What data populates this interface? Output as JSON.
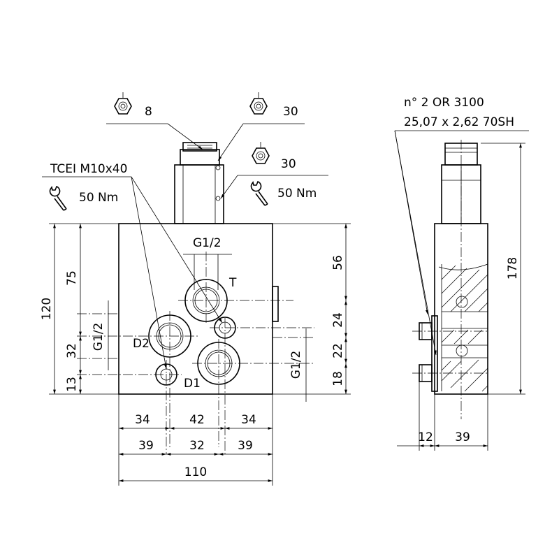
{
  "callouts": {
    "hex_8": "8",
    "hex_30_top": "30",
    "hex_30_mid": "30",
    "screw": "TCEI M10x40",
    "torque_left": "50 Nm",
    "torque_right": "50 Nm",
    "oring_line1": "n° 2 OR 3100",
    "oring_line2": "25,07 x 2,62 70SH"
  },
  "ports": {
    "T": "T",
    "D1": "D1",
    "D2": "D2",
    "thread_top": "G1/2",
    "thread_left": "G1/2",
    "thread_right": "G1/2"
  },
  "dimensions": {
    "left_overall": "120",
    "left_upper": "75",
    "left_mid": "32",
    "left_low": "13",
    "right_top": "56",
    "right_mid1": "24",
    "right_mid2": "22",
    "right_low": "18",
    "bottom_row1": [
      "34",
      "42",
      "34"
    ],
    "bottom_row2": [
      "39",
      "32",
      "39"
    ],
    "bottom_total": "110",
    "side_height": "178",
    "side_row": [
      "12",
      "39"
    ]
  }
}
